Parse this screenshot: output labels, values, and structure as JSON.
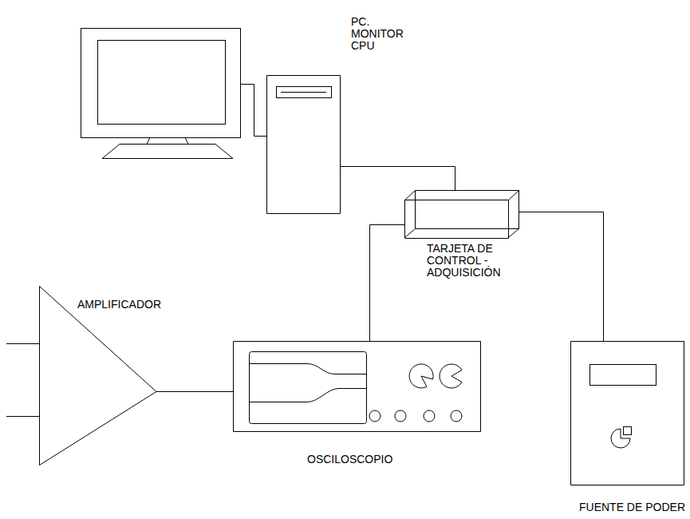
{
  "diagram": {
    "nodes": [
      {
        "text": [
          "PC. MONITOR CPU"
        ]
      },
      {
        "text": [
          "TARJETA DE CONTROL - ADQUISICIÓN"
        ]
      },
      {
        "text": [
          "AMPLIFICADOR"
        ]
      },
      {
        "text": [
          "OSCILOSCOPIO"
        ]
      },
      {
        "text": [
          "FUENTE DE PODER"
        ]
      }
    ],
    "edges": [
      {
        "from": 0,
        "to": 1,
        "arrow": "none"
      },
      {
        "from": 1,
        "to": 3,
        "arrow": "none"
      },
      {
        "from": 1,
        "to": 4,
        "arrow": "none"
      },
      {
        "from": 2,
        "to": 3,
        "arrow": "none"
      }
    ]
  }
}
